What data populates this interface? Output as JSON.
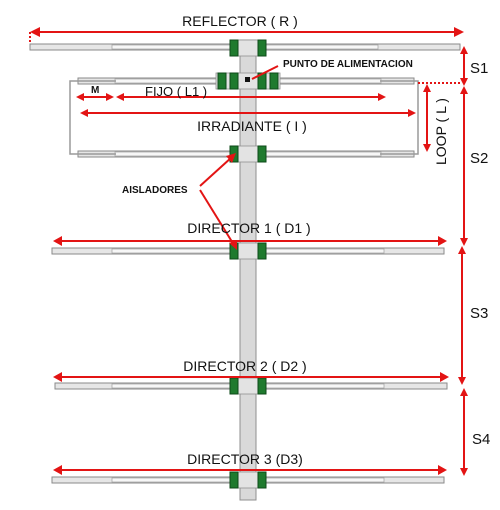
{
  "labels": {
    "reflector": "REFLECTOR ( R )",
    "feed_point": "PUNTO DE ALIMENTACION",
    "fixed": "FIJO ( L1 )",
    "m": "M",
    "radiating": "IRRADIANTE ( I )",
    "loop": "LOOP ( L )",
    "insulators": "AISLADORES",
    "director1": "DIRECTOR 1 ( D1 )",
    "director2": "DIRECTOR 2 ( D2 )",
    "director3": "DIRECTOR 3 (D3)",
    "s1": "S1",
    "s2": "S2",
    "s3": "S3",
    "s4": "S4"
  },
  "colors": {
    "dimension": "#e31414",
    "insulator": "#1f7a2e",
    "rod": "#e6e6e6"
  }
}
